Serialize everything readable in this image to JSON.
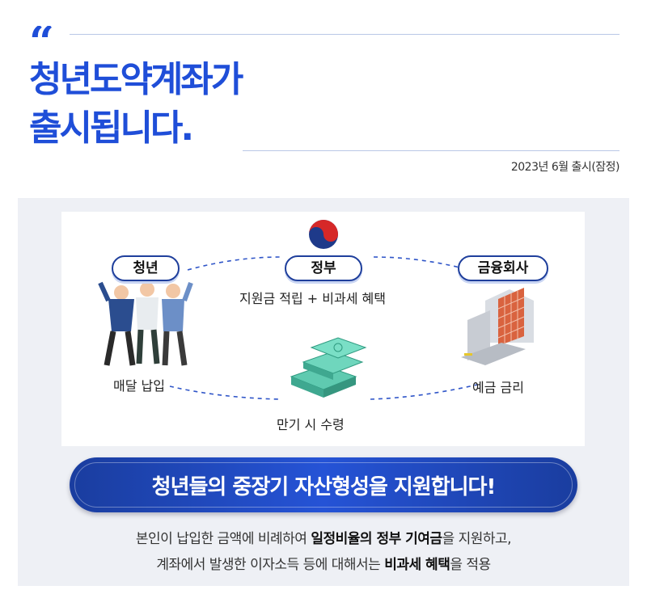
{
  "header": {
    "quote_mark": "“",
    "title_line1": "청년도약계좌가",
    "title_line2": "출시됩니다.",
    "release_date": "2023년 6월 출시(잠정)"
  },
  "diagram": {
    "youth_label": "청년",
    "government_label": "정부",
    "finance_label": "금융회사",
    "government_benefit": "지원금 적립 + 비과세 혜택",
    "youth_action": "매달 납입",
    "finance_action": "예금 금리",
    "maturity_text": "만기 시 수령"
  },
  "banner": {
    "text": "청년들의 중장기 자산형성을 지원합니다!"
  },
  "description": {
    "line1_part1": "본인이 납입한 금액에 비례하여 ",
    "line1_bold": "일정비율의 정부 기여금",
    "line1_part2": "을 지원하고,",
    "line2_part1": "계좌에서 발생한 이자소득 등에 대해서는 ",
    "line2_bold": "비과세 혜택",
    "line2_part2": "을 적용"
  },
  "colors": {
    "brand_blue": "#1f4ed8",
    "navy": "#1f3f9c",
    "panel_bg": "#eef0f5"
  }
}
